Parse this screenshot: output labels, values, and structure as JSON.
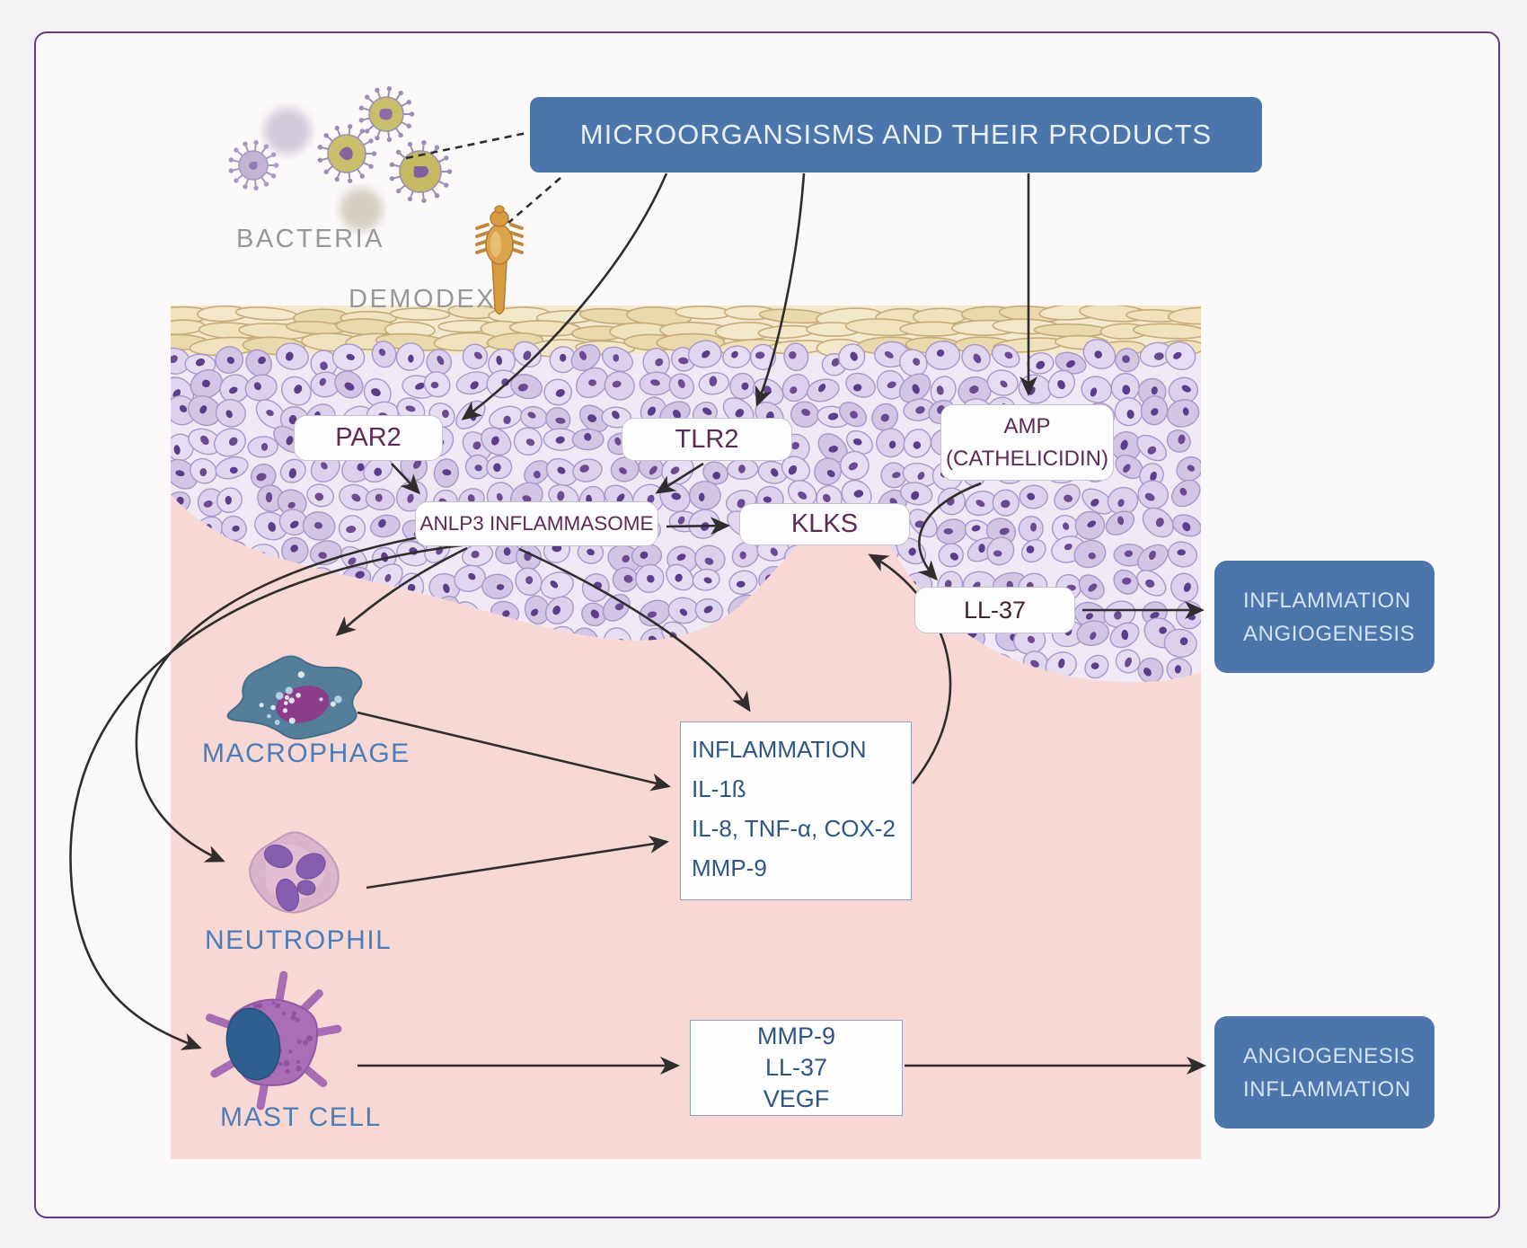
{
  "header": {
    "title": "MICROORGANSISMS AND THEIR PRODUCTS"
  },
  "organisms": {
    "bacteria": "BACTERIA",
    "demodex": "DEMODEX"
  },
  "skin_boxes": {
    "par2": "PAR2",
    "tlr2": "TLR2",
    "amp_line1": "AMP",
    "amp_line2": "(CATHELICIDIN)",
    "anlp3": "ANLP3 INFLAMMASOME",
    "klks": "KLKS",
    "ll37": "LL-37"
  },
  "immune_cells": {
    "macrophage": "MACROPHAGE",
    "neutrophil": "NEUTROPHIL",
    "mast_cell": "MAST CELL"
  },
  "outcome_boxes": {
    "top": {
      "line1": "INFLAMMATION",
      "line2": "ANGIOGENESIS"
    },
    "bottom": {
      "line1": "ANGIOGENESIS",
      "line2": "INFLAMMATION"
    }
  },
  "cytokines_box": {
    "line1": "INFLAMMATION",
    "line2": "IL-1ß",
    "line3": "IL-8, TNF-α, COX-2",
    "line4": "MMP-9"
  },
  "mediators_box": {
    "line1": "MMP-9",
    "line2": "LL-37",
    "line3": "VEGF"
  },
  "colors": {
    "accent_blue": "#4c75ac",
    "box_text_blue": "#d3e4f5",
    "plum_text": "#5d2a55",
    "navy_text": "#2d5586",
    "cell_label_blue": "#4b7db9",
    "gray_label": "#989699",
    "frame_purple": "#5f3d7d",
    "dermis_pink": "#f8d8d4",
    "epidermis_lavender": "#ddd1ea",
    "corneum_tan": "#eedfb6",
    "arrow_black": "#2f2d2d"
  }
}
